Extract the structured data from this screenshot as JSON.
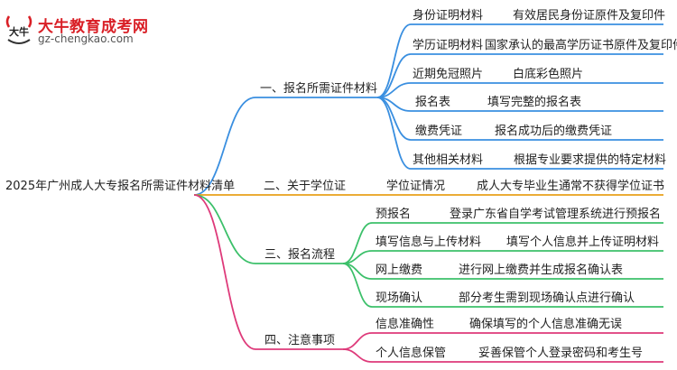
{
  "logo": {
    "title": "大牛教育成考网",
    "url": "gz-chengkao.com",
    "mark": "大牛",
    "red": "#d91f26"
  },
  "root": "2025年广州成人大专报名所需证件材料清单",
  "colors": {
    "blue": "#3a8fe0",
    "orange": "#e8a11a",
    "green": "#3cc06a",
    "pink": "#de3a7a"
  },
  "branches": [
    {
      "label": "一、报名所需证件材料",
      "color": "blue",
      "items": [
        {
          "key": "身份证明材料",
          "value": "有效居民身份证原件及复印件"
        },
        {
          "key": "学历证明材料",
          "value": "国家承认的最高学历证书原件及复印件"
        },
        {
          "key": "近期免冠照片",
          "value": "白底彩色照片"
        },
        {
          "key": "报名表",
          "value": "填写完整的报名表"
        },
        {
          "key": "缴费凭证",
          "value": "报名成功后的缴费凭证"
        },
        {
          "key": "其他相关材料",
          "value": "根据专业要求提供的特定材料"
        }
      ]
    },
    {
      "label": "二、关于学位证",
      "color": "orange",
      "items": [
        {
          "key": "学位证情况",
          "value": "成人大专毕业生通常不获得学位证书"
        }
      ]
    },
    {
      "label": "三、报名流程",
      "color": "green",
      "items": [
        {
          "key": "预报名",
          "value": "登录广东省自学考试管理系统进行预报名"
        },
        {
          "key": "填写信息与上传材料",
          "value": "填写个人信息并上传证明材料"
        },
        {
          "key": "网上缴费",
          "value": "进行网上缴费并生成报名确认表"
        },
        {
          "key": "现场确认",
          "value": "部分考生需到现场确认点进行确认"
        }
      ]
    },
    {
      "label": "四、注意事项",
      "color": "pink",
      "items": [
        {
          "key": "信息准确性",
          "value": "确保填写的个人信息准确无误"
        },
        {
          "key": "个人信息保管",
          "value": "妥善保管个人登录密码和考生号"
        }
      ]
    }
  ]
}
